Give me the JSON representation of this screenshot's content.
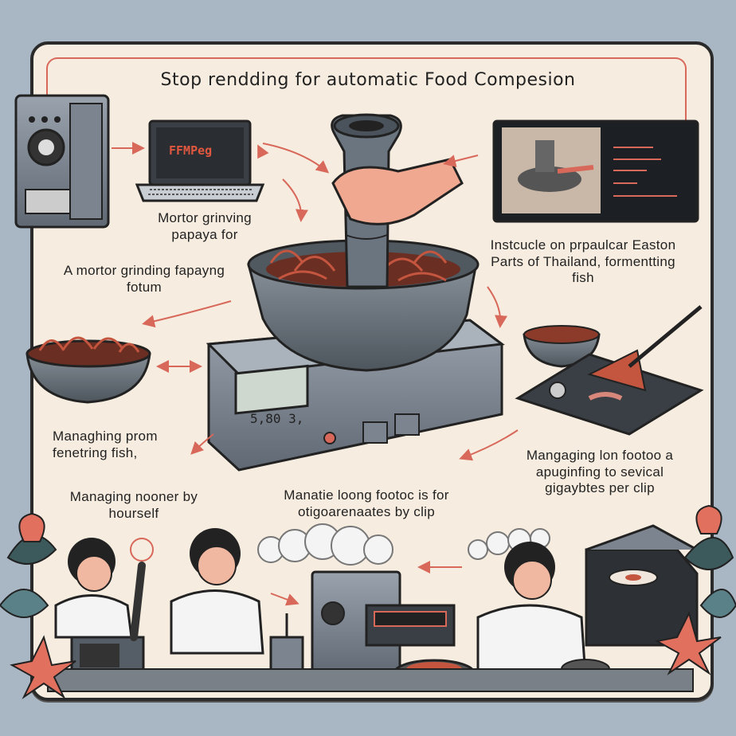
{
  "poster": {
    "title": "Stop rendding for automatic Food Compesion"
  },
  "laptop": {
    "screen_label": "FFMPeg"
  },
  "scale": {
    "display": "5,80 3,"
  },
  "captions": {
    "mortor_grinving": "Mortor grinving papaya for",
    "mortor_grinding": "A mortor grinding fapayng fotum",
    "instcucle": "Instcucle on prpaulcar Easton Parts of Thailand, formentting fish",
    "managhing_prom": "Managhing prom fenetring fish,",
    "managing_noonner": "Managing nooner by hourself",
    "manatie_loong": "Manatie loong footoc is for otigoarenaates by clip",
    "mangaging_lon": "Mangaging lon footoo a apuginfing to sevical gigaybtes per clip"
  },
  "colors": {
    "accent": "#d8685a",
    "background": "#a9b6c4",
    "paper": "#f6ecdf",
    "metal": "#6b7580"
  }
}
